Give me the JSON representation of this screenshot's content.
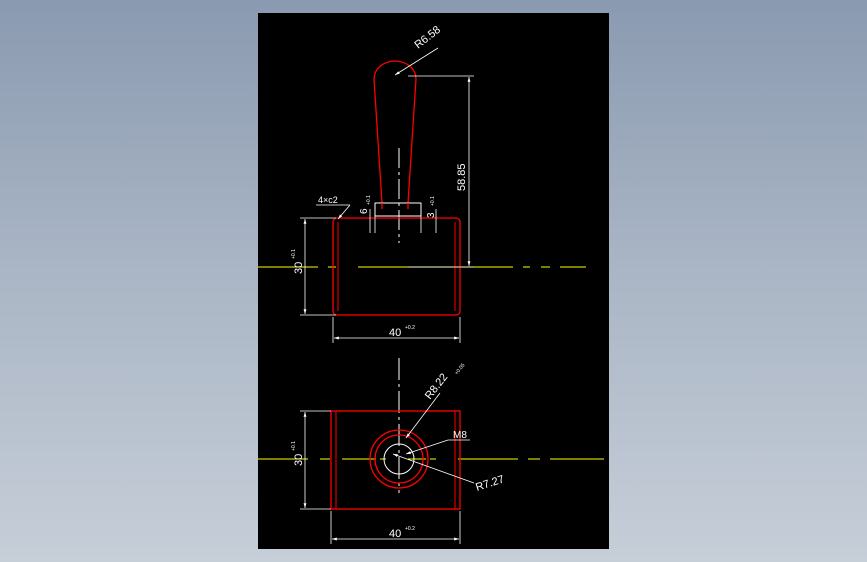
{
  "colors": {
    "background": "#000000",
    "part_outline": "#ff0000",
    "dimension": "#ffffff",
    "centerline": "#ffff00"
  },
  "front_view": {
    "ball_radius": "R6.58",
    "height": "58.85",
    "chamfer": "4×c2",
    "neck_left": "6",
    "neck_right": "3",
    "block_height": "30",
    "block_height_tol": "+0.1",
    "block_width": "40",
    "block_width_tol": "+0.2",
    "tol_small": "+0.1"
  },
  "bottom_view": {
    "hole_radius": "R8.22",
    "hole_radius_tol": "+0.05",
    "thread": "M8",
    "inner_radius": "R7.27",
    "block_height": "30",
    "block_height_tol": "+0.1",
    "block_width": "40",
    "block_width_tol": "+0.2"
  }
}
